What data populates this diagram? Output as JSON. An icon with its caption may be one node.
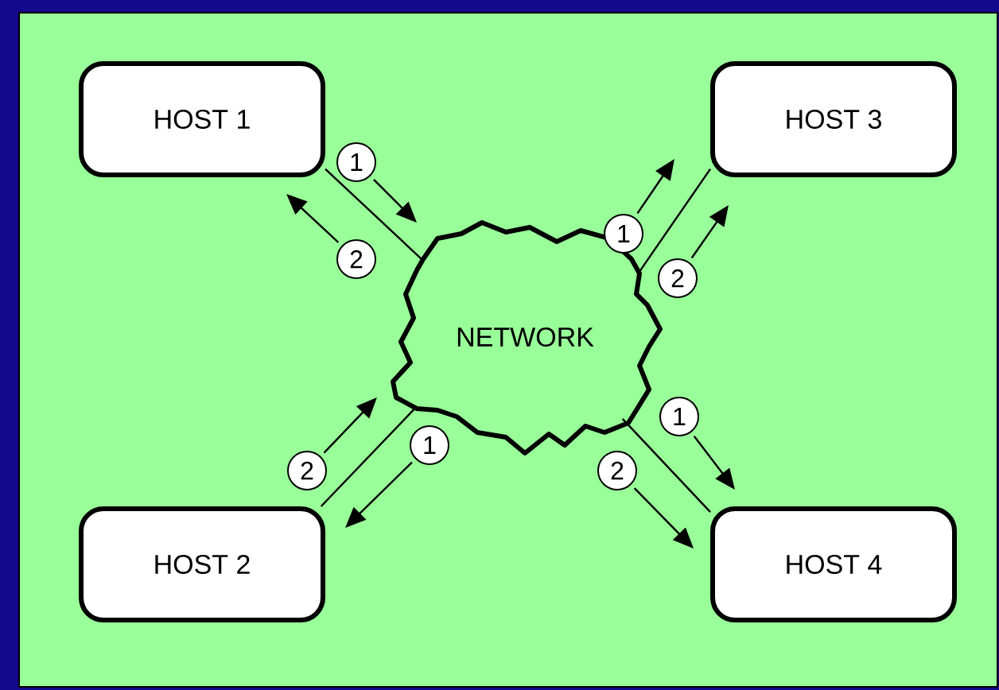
{
  "diagram": {
    "nodes": [
      {
        "text": [
          "HOST 1"
        ]
      },
      {
        "text": [
          "HOST 3"
        ]
      },
      {
        "text": [
          "NETWORK"
        ]
      },
      {
        "text": [
          "HOST 2"
        ]
      },
      {
        "text": [
          "HOST 4"
        ]
      },
      {
        "text": [
          "1"
        ]
      },
      {
        "text": [
          "1"
        ]
      },
      {
        "text": [
          "2"
        ]
      },
      {
        "text": [
          "2"
        ]
      },
      {
        "text": [
          "1"
        ]
      },
      {
        "text": [
          "1"
        ]
      },
      {
        "text": [
          "2"
        ]
      },
      {
        "text": [
          "2"
        ]
      }
    ],
    "edges": [
      {
        "from": 0,
        "to": 2,
        "arrow": "none"
      },
      {
        "from": 1,
        "to": 2,
        "arrow": "none"
      },
      {
        "from": 3,
        "to": 2,
        "arrow": "none"
      },
      {
        "from": 4,
        "to": 2,
        "arrow": "none"
      },
      {
        "from": 5,
        "to": null,
        "arrow": "to"
      },
      {
        "from": 6,
        "to": null,
        "arrow": "to"
      },
      {
        "from": 7,
        "to": null,
        "arrow": "to"
      },
      {
        "from": 8,
        "to": null,
        "arrow": "to"
      },
      {
        "from": 9,
        "to": null,
        "arrow": "to"
      },
      {
        "from": 10,
        "to": null,
        "arrow": "to"
      },
      {
        "from": 11,
        "to": null,
        "arrow": "to"
      },
      {
        "from": 12,
        "to": null,
        "arrow": "to"
      }
    ]
  }
}
